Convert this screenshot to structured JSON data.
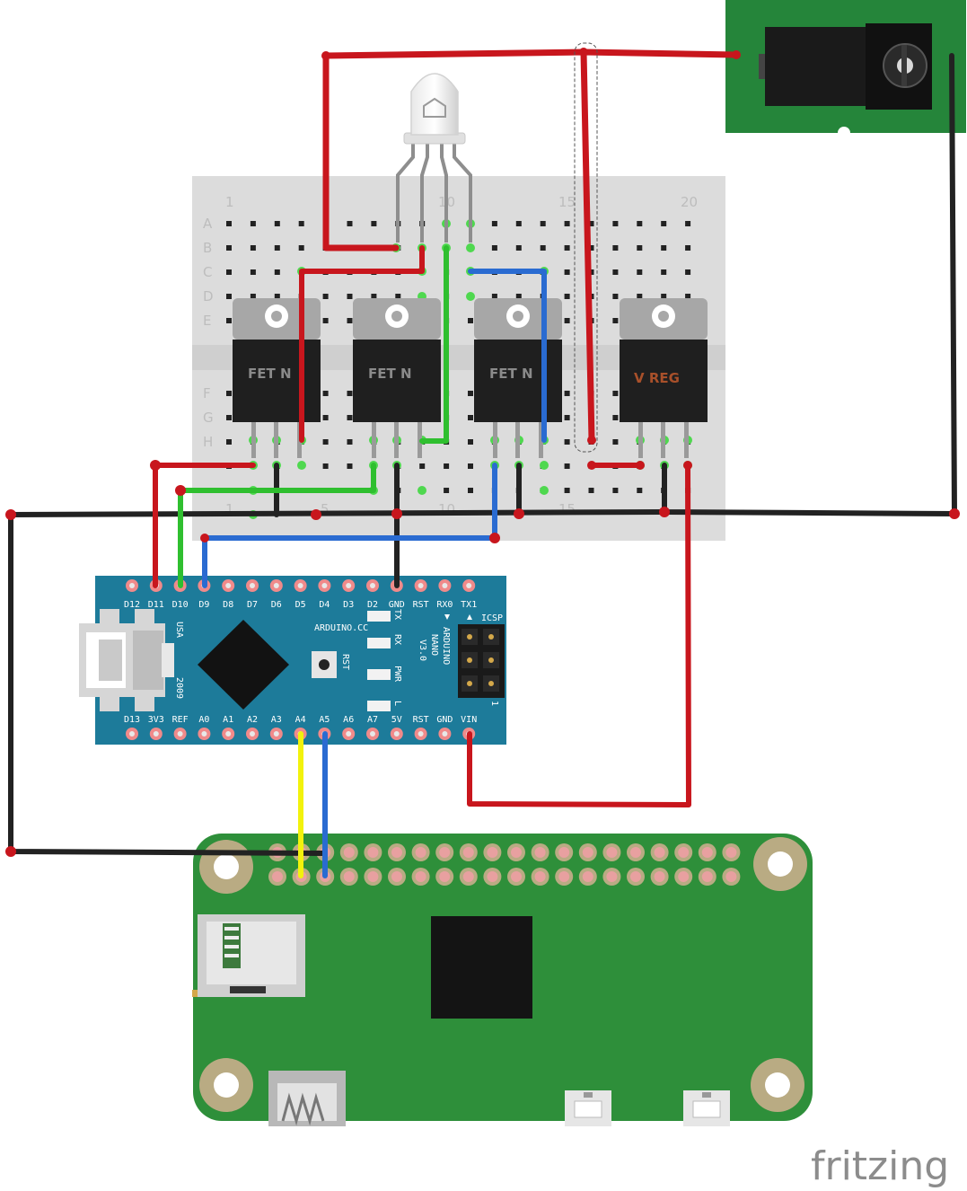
{
  "breadboard": {
    "row_labels_top": [
      "A",
      "B",
      "C",
      "D",
      "E"
    ],
    "row_labels_bottom": [
      "F",
      "G",
      "H"
    ],
    "col_numbers_top": [
      "1",
      "10",
      "15",
      "20"
    ],
    "col_numbers_bottom": [
      "1",
      "5",
      "10",
      "15"
    ]
  },
  "components": {
    "fet1_label": "FET N",
    "fet2_label": "FET N",
    "fet3_label": "FET N",
    "vreg_label": "V REG"
  },
  "arduino": {
    "top_pins": [
      "D12",
      "D11",
      "D10",
      "D9",
      "D8",
      "D7",
      "D6",
      "D5",
      "D4",
      "D3",
      "D2",
      "GND",
      "RST",
      "RX0",
      "TX1"
    ],
    "bottom_pins": [
      "D13",
      "3V3",
      "REF",
      "A0",
      "A1",
      "A2",
      "A3",
      "A4",
      "A5",
      "A6",
      "A7",
      "5V",
      "RST",
      "GND",
      "VIN"
    ],
    "brand": "ARDUINO.CC",
    "model_line1": "ARDUINO",
    "model_line2": "NANO",
    "model_line3": "V3.0",
    "usa": "USA",
    "year": "2009",
    "rst": "RST",
    "icsp": "ICSP",
    "led_tx": "TX",
    "led_rx": "RX",
    "led_pwr": "PWR",
    "led_l": "L",
    "icsp_pin1": "1"
  },
  "watermark": "fritzing",
  "colors": {
    "red_wire": "#c8161d",
    "black_wire": "#222222",
    "green_wire": "#2fbf2f",
    "blue_wire": "#2a6bd1",
    "yellow_wire": "#f2f20c",
    "board_green": "#2e8f3a",
    "nano_blue": "#1d7b9a"
  }
}
